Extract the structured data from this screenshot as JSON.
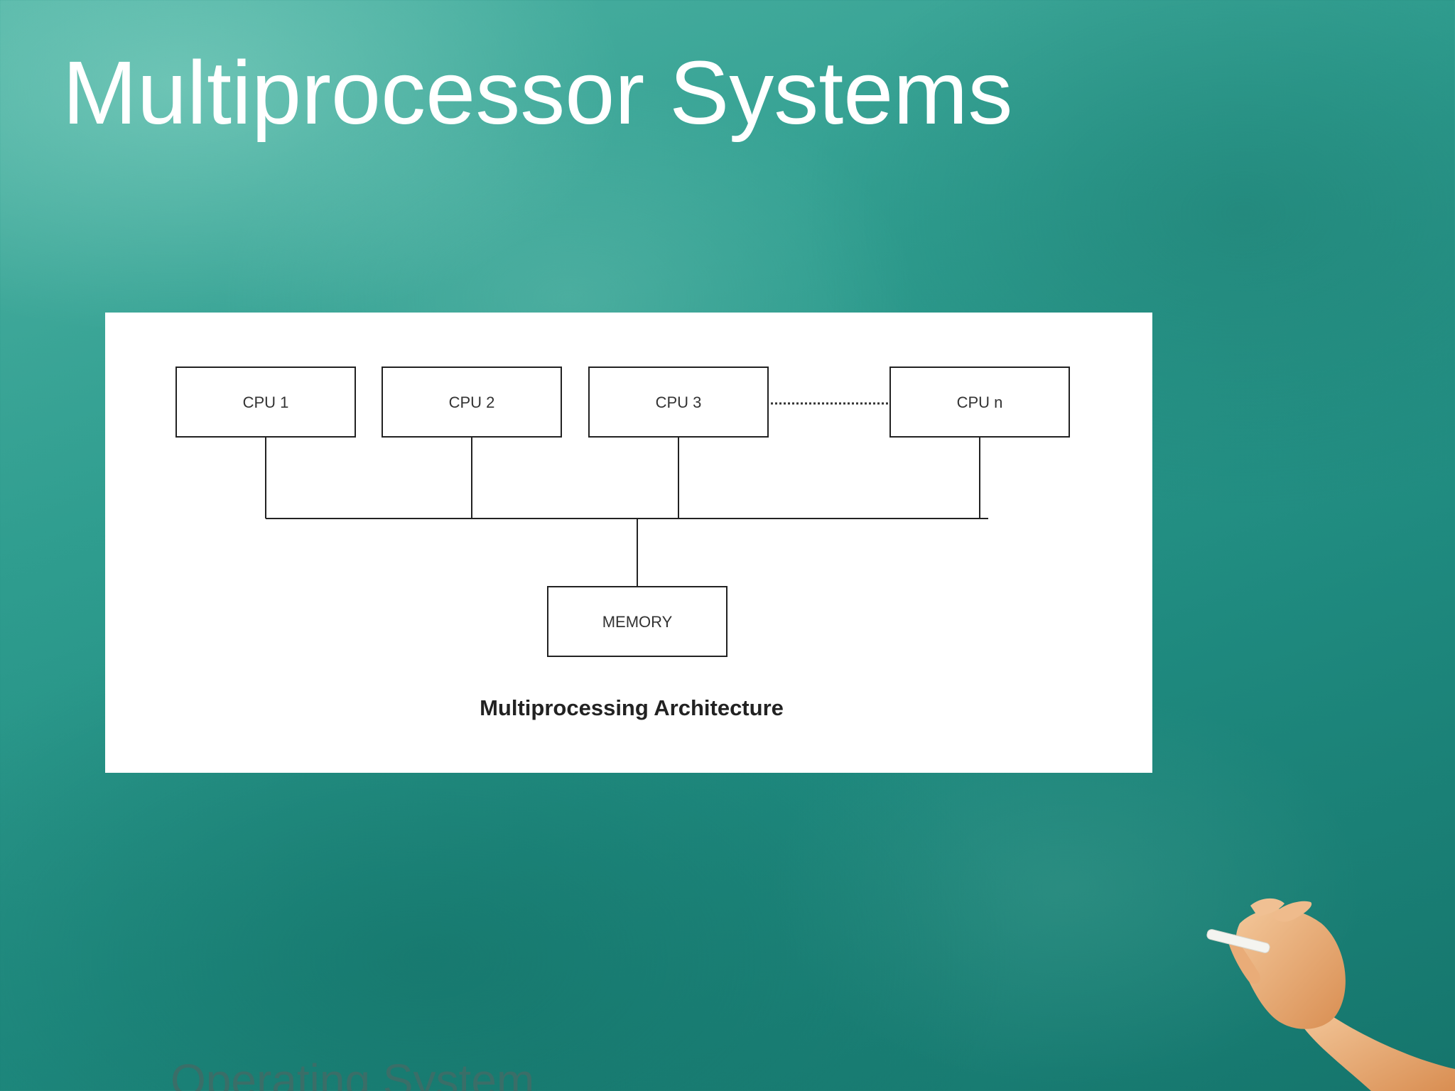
{
  "slide": {
    "title": "Multiprocessor Systems",
    "footer": "Operating System"
  },
  "diagram": {
    "cpus": [
      {
        "label": "CPU 1"
      },
      {
        "label": "CPU 2"
      },
      {
        "label": "CPU 3"
      },
      {
        "label": "CPU n"
      }
    ],
    "memory_label": "MEMORY",
    "caption": "Multiprocessing Architecture"
  },
  "colors": {
    "board": "#2f9d8f",
    "title_text": "#ffffff",
    "diagram_background": "#ffffff",
    "diagram_lines": "#222222",
    "footer_text": "#3a6e68"
  }
}
